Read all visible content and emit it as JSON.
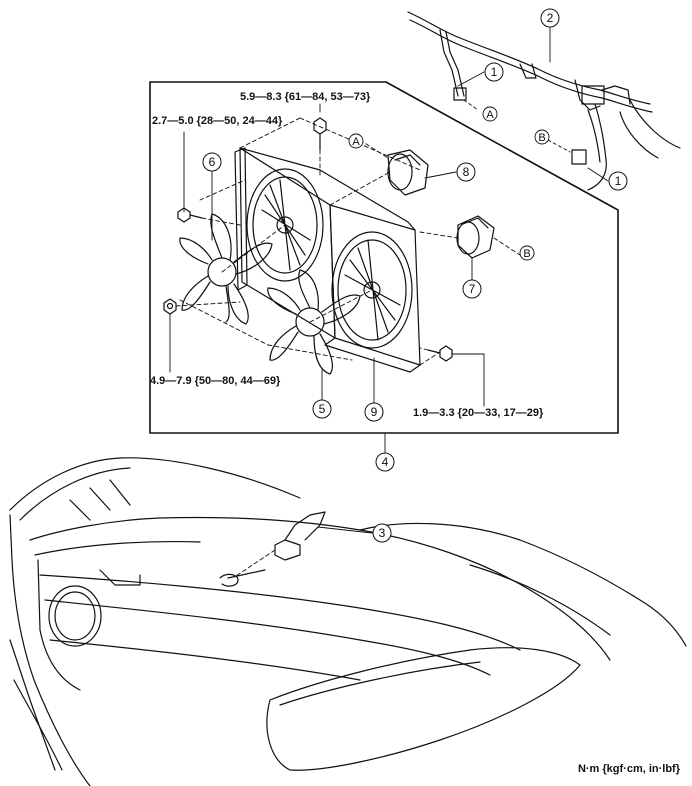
{
  "callouts": {
    "c1a": "1",
    "c1b": "1",
    "c2": "2",
    "c3": "3",
    "c4": "4",
    "c5": "5",
    "c6": "6",
    "c7": "7",
    "c8": "8",
    "c9": "9"
  },
  "letters": {
    "a_harness": "A",
    "b_harness": "B",
    "a_motor": "A",
    "b_motor": "B"
  },
  "torques": {
    "top": "5.9—8.3 {61—84, 53—73}",
    "upper_left": "2.7—5.0 {28—50, 24—44}",
    "lower_left": "4.9—7.9 {50—80, 44—69}",
    "lower_right": "1.9—3.3 {20—33, 17—29}"
  },
  "units": "N·m {kgf·cm, in·lbf}"
}
